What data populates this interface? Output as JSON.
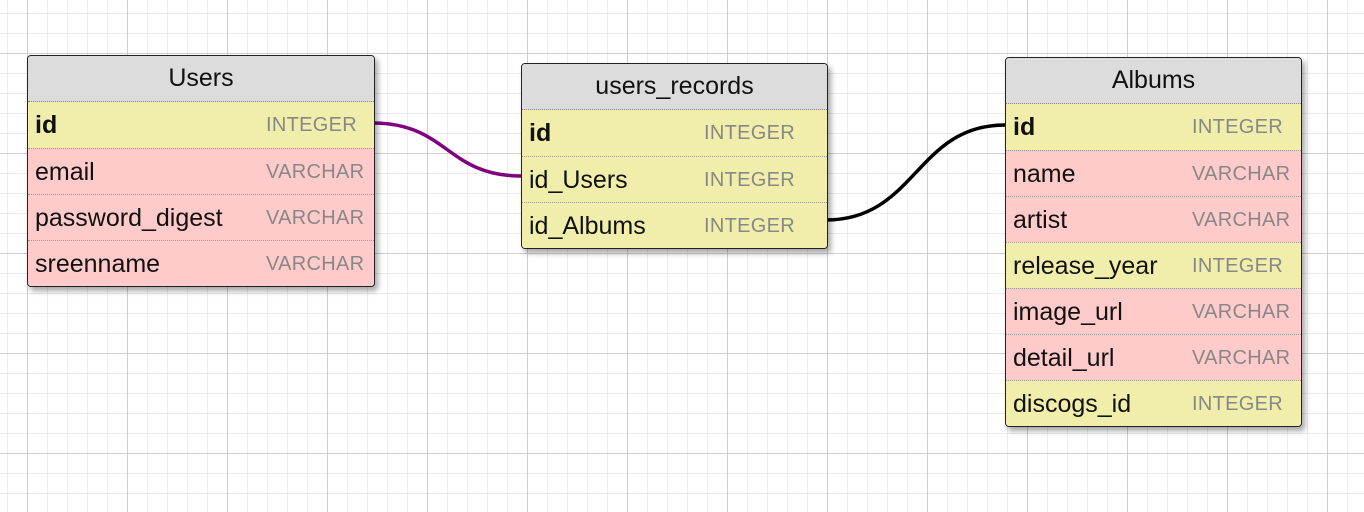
{
  "tables": {
    "users": {
      "title": "Users",
      "columns": [
        {
          "name": "id",
          "type": "INTEGER"
        },
        {
          "name": "email",
          "type": "VARCHAR"
        },
        {
          "name": "password_digest",
          "type": "VARCHAR"
        },
        {
          "name": "sreenname",
          "type": "VARCHAR"
        }
      ]
    },
    "users_records": {
      "title": "users_records",
      "columns": [
        {
          "name": "id",
          "type": "INTEGER"
        },
        {
          "name": "id_Users",
          "type": "INTEGER"
        },
        {
          "name": "id_Albums",
          "type": "INTEGER"
        }
      ]
    },
    "albums": {
      "title": "Albums",
      "columns": [
        {
          "name": "id",
          "type": "INTEGER"
        },
        {
          "name": "name",
          "type": "VARCHAR"
        },
        {
          "name": "artist",
          "type": "VARCHAR"
        },
        {
          "name": "release_year",
          "type": "INTEGER"
        },
        {
          "name": "image_url",
          "type": "VARCHAR"
        },
        {
          "name": "detail_url",
          "type": "VARCHAR"
        },
        {
          "name": "discogs_id",
          "type": "INTEGER"
        }
      ]
    }
  },
  "relations": [
    {
      "from": "Users.id",
      "to": "users_records.id_Users",
      "color": "#800080"
    },
    {
      "from": "users_records.id_Albums",
      "to": "Albums.id",
      "color": "#000000"
    }
  ],
  "colors": {
    "integer_row": "#f0eeaa",
    "varchar_row": "#fecaca",
    "header": "#dcdcdc"
  }
}
